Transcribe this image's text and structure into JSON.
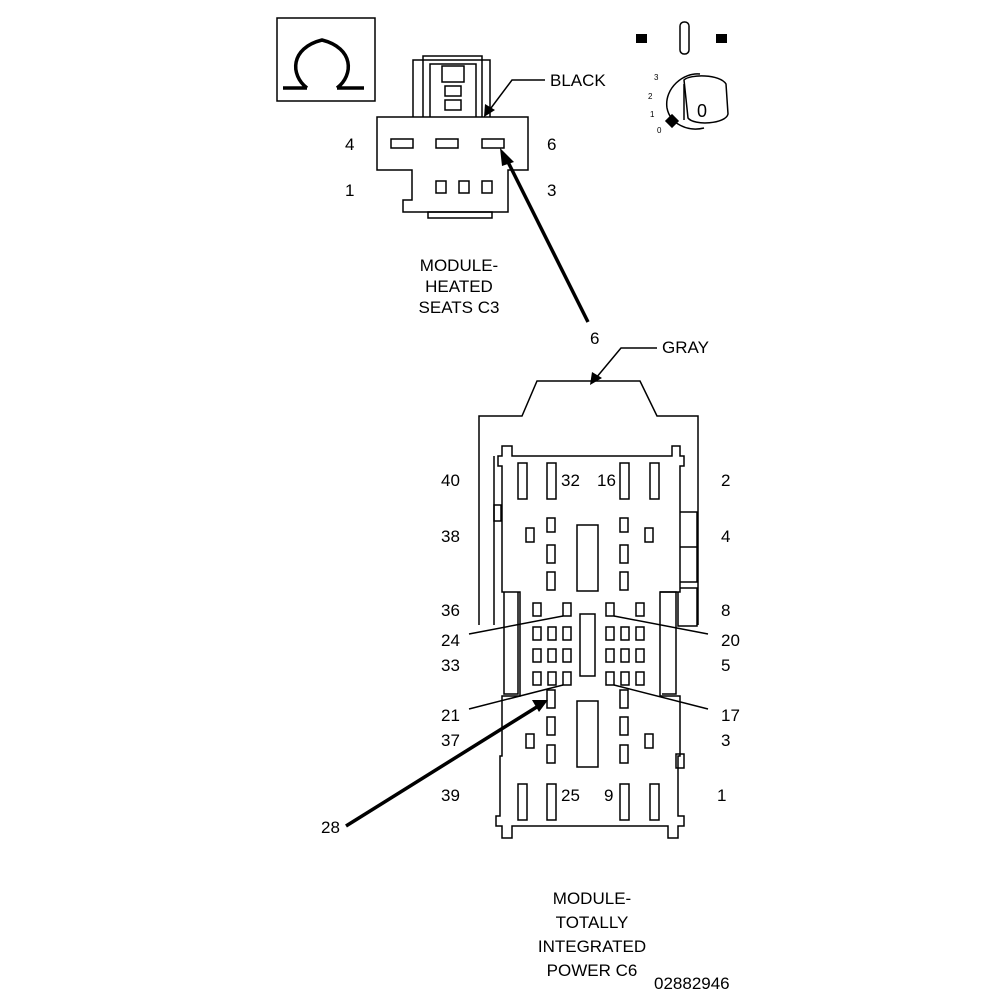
{
  "symbols": {
    "ground_symbol_icon": "omega-icon",
    "ignition_icon": "ignition-key-icon"
  },
  "ignition": {
    "positions": [
      "3",
      "2",
      "1",
      "0"
    ],
    "key_label": "0"
  },
  "connector_c3": {
    "color_label": "BLACK",
    "title_lines": [
      "MODULE-",
      "HEATED",
      "SEATS C3"
    ],
    "pin_labels": {
      "p4": "4",
      "p6": "6",
      "p1": "1",
      "p3": "3"
    }
  },
  "connector_c6": {
    "color_label": "GRAY",
    "callout_pin": "6",
    "title_lines": [
      "MODULE-",
      "TOTALLY",
      "INTEGRATED",
      "POWER C6"
    ],
    "pin_labels": {
      "p40": "40",
      "p32": "32",
      "p16": "16",
      "p2": "2",
      "p38": "38",
      "p4": "4",
      "p36": "36",
      "p8": "8",
      "p24": "24",
      "p20": "20",
      "p33": "33",
      "p5": "5",
      "p21": "21",
      "p17": "17",
      "p37": "37",
      "p3": "3",
      "p39": "39",
      "p25": "25",
      "p9": "9",
      "p1": "1",
      "p28": "28"
    }
  },
  "figure_id": "02882946"
}
